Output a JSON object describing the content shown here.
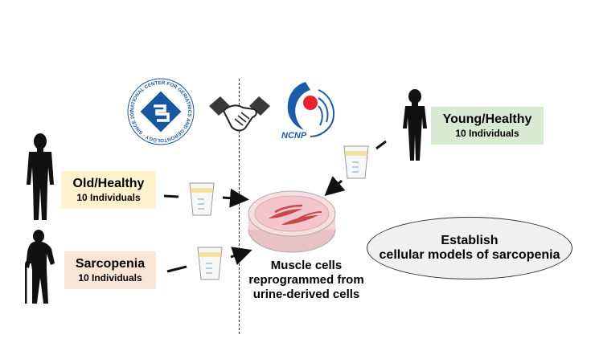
{
  "logos": {
    "ncgg_text": "NATIONAL CENTER FOR GERIATRICS AND GERONTOLOGY · SINCE 2004 ·",
    "ncnp_text": "NCNP"
  },
  "groups": {
    "young": {
      "title": "Young/Healthy",
      "count": "10 Individuals",
      "color": "#d9ead3"
    },
    "old": {
      "title": "Old/Healthy",
      "count": "10 Individuals",
      "color": "#fff2cc"
    },
    "sarcopenia": {
      "title": "Sarcopenia",
      "count": "10 Individuals",
      "color": "#fbe5d6"
    }
  },
  "dish_caption": [
    "Muscle cells",
    "reprogrammed from",
    "urine-derived cells"
  ],
  "goal": [
    "Establish",
    "cellular models of sarcopenia"
  ],
  "icons": [
    "ncgg-logo-icon",
    "handshake-icon",
    "ncnp-logo-icon",
    "person-young-icon",
    "person-old-icon",
    "person-cane-icon",
    "urine-cup-icon",
    "petri-dish-icon"
  ]
}
